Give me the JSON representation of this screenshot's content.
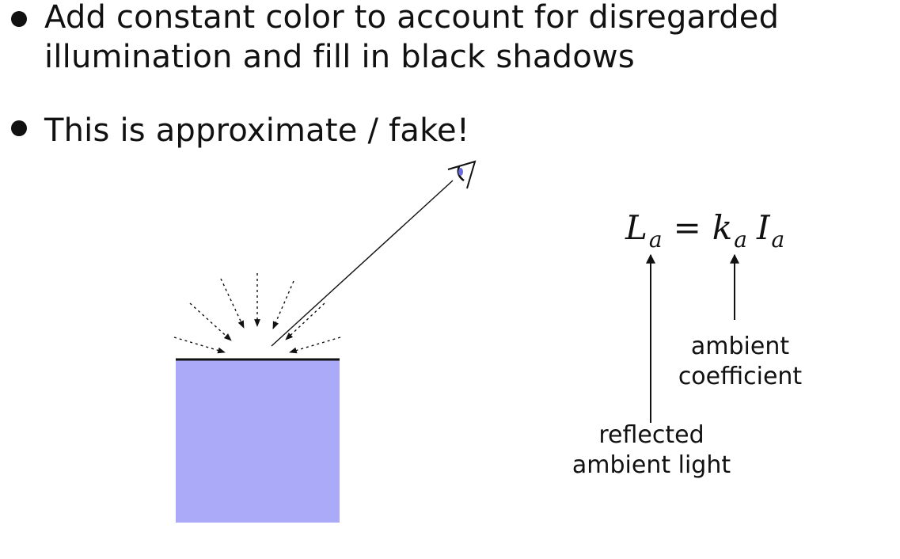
{
  "bullets": [
    {
      "line1": "Add constant color to account for disregarded",
      "line2": "illumination and fill in black shadows"
    },
    {
      "line1": "This is approximate / fake!"
    }
  ],
  "equation": {
    "lhs": "L",
    "lhs_sub": "a",
    "equals": "=",
    "coef": "k",
    "coef_sub": "a",
    "intensity": "I",
    "intensity_sub": "a"
  },
  "labels": {
    "ambient_coefficient_line1": "ambient",
    "ambient_coefficient_line2": "coefficient",
    "reflected_line1": "reflected",
    "reflected_line2": "ambient light"
  },
  "colors": {
    "surface_fill": "#aaaaf8",
    "surface_edge": "#111111",
    "ink": "#111111"
  },
  "icons": {
    "viewer": "eye-icon"
  }
}
